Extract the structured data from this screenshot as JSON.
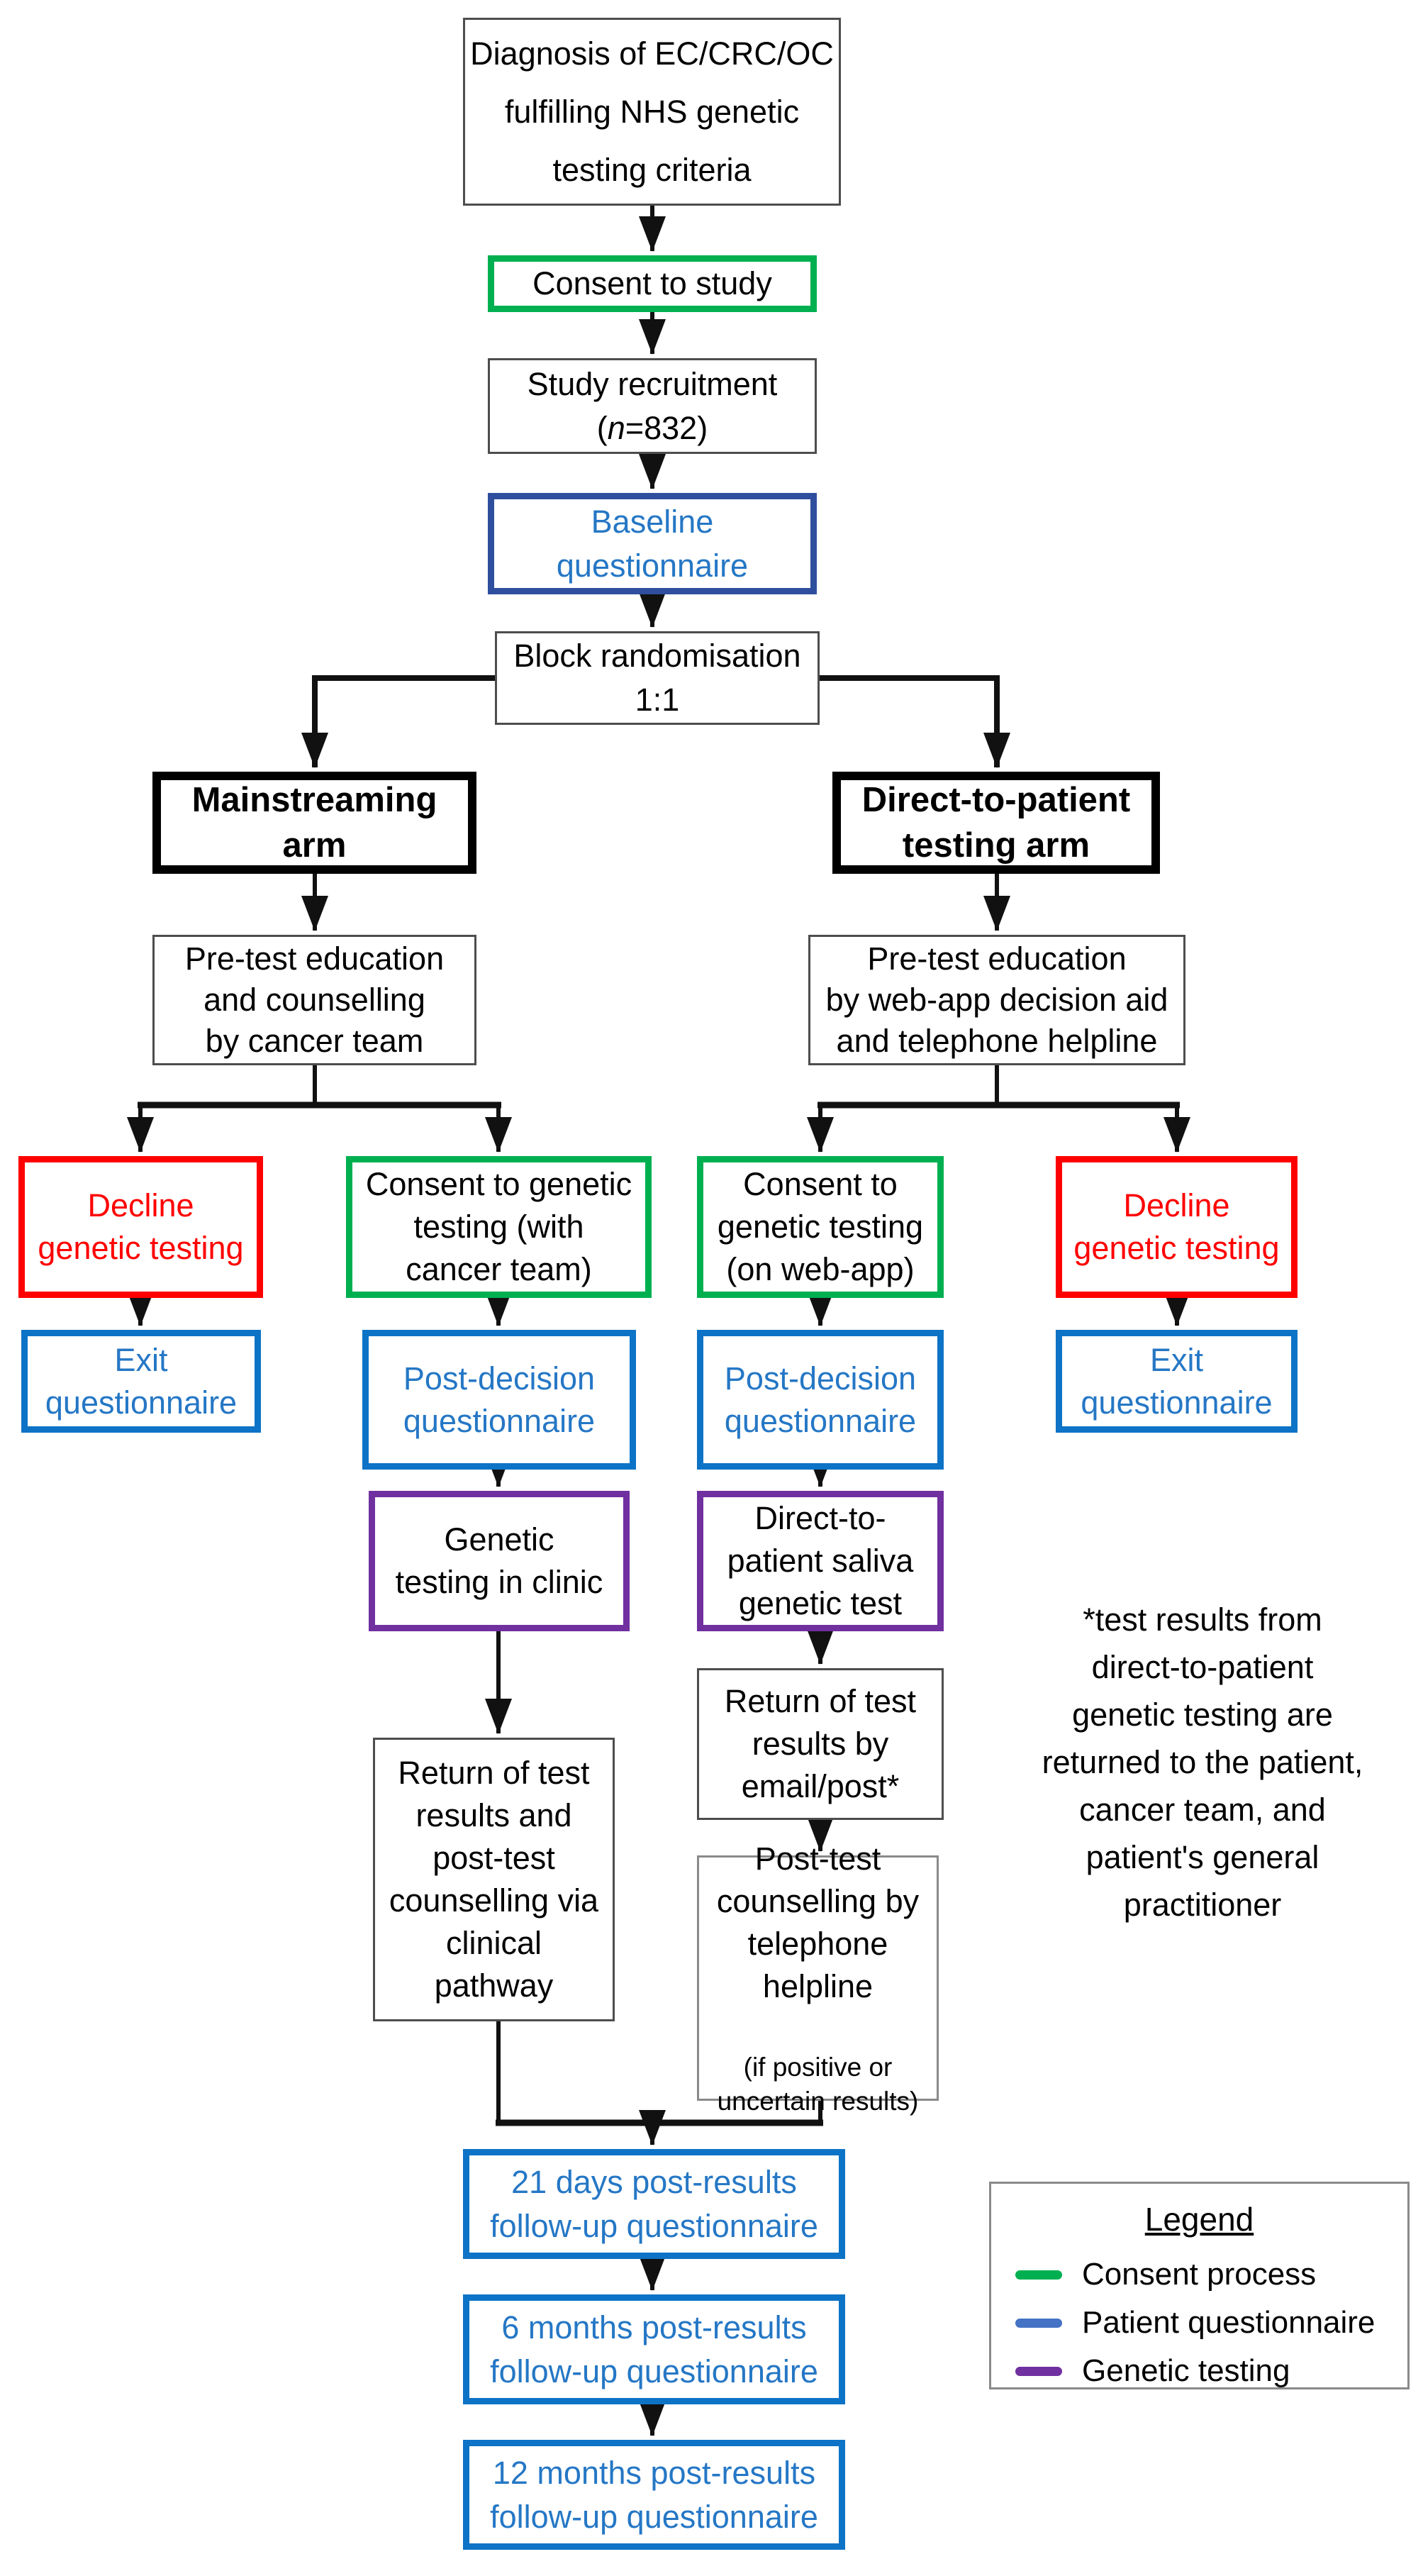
{
  "figure": {
    "type": "flowchart",
    "subject": "Randomised study of genetic testing pathways"
  },
  "colors": {
    "consent_green": "#00B050",
    "decline_red": "#FF0000",
    "questionnaire_blue_border": "#0d73c6",
    "questionnaire_blue_text": "#2577c5",
    "baseline_navy": "#2F4F9E",
    "genetic_testing_purple": "#7030A0",
    "arm_black": "#000000",
    "thin_border_gray": "#4d4d4d",
    "legend_blue": "#4472C4",
    "arrow_black": "#111111"
  },
  "nodes": {
    "diagnosis": {
      "text": "Diagnosis of EC/CRC/OC\nfulfilling NHS genetic\ntesting criteria"
    },
    "consent_study": {
      "text": "Consent to study"
    },
    "recruitment": {
      "line1": "Study recruitment",
      "n_prefix": "(",
      "n_italic": "n",
      "n_suffix": "=832)"
    },
    "baseline": {
      "text": "Baseline\nquestionnaire"
    },
    "randomisation": {
      "text": "Block randomisation\n1:1"
    },
    "arm_left": {
      "text": "Mainstreaming\narm"
    },
    "arm_right": {
      "text": "Direct-to-patient\ntesting arm"
    },
    "pretest_left": {
      "text": "Pre-test education\nand counselling\nby cancer team"
    },
    "pretest_right": {
      "text": "Pre-test education\nby web-app decision aid\nand telephone helpline"
    },
    "decline_left": {
      "text": "Decline\ngenetic testing"
    },
    "consent_cancer_team": {
      "text": "Consent to genetic\ntesting (with\ncancer team)"
    },
    "consent_webapp": {
      "text": "Consent to\ngenetic testing\n(on web-app)"
    },
    "decline_right": {
      "text": "Decline\ngenetic testing"
    },
    "exit_left": {
      "text": "Exit\nquestionnaire"
    },
    "postdecision_left": {
      "text": "Post-decision\nquestionnaire"
    },
    "postdecision_right": {
      "text": "Post-decision\nquestionnaire"
    },
    "exit_right": {
      "text": "Exit\nquestionnaire"
    },
    "clinic_testing": {
      "text": "Genetic\ntesting in clinic"
    },
    "saliva_test": {
      "text": "Direct-to-\npatient saliva\ngenetic test"
    },
    "return_email": {
      "text": "Return of test\nresults by\nemail/post*"
    },
    "return_clinical": {
      "text": "Return of test\nresults and\npost-test\ncounselling via\nclinical\npathway"
    },
    "posttest_helpline": {
      "text": "Post-test\ncounselling by\ntelephone\nhelpline",
      "note": "(if positive or\nuncertain results)"
    },
    "followup_21d": {
      "text": "21 days post-results\nfollow-up questionnaire"
    },
    "followup_6m": {
      "text": "6 months post-results\nfollow-up questionnaire"
    },
    "followup_12m": {
      "text": "12 months post-results\nfollow-up questionnaire"
    }
  },
  "footnote": "*test results from\ndirect-to-patient\ngenetic testing are\nreturned to the patient,\ncancer team, and\npatient's general\npractitioner",
  "legend": {
    "title": "Legend",
    "items": [
      {
        "label": "Consent process",
        "color": "#00B050"
      },
      {
        "label": "Patient questionnaire",
        "color": "#4472C4"
      },
      {
        "label": "Genetic testing",
        "color": "#7030A0"
      }
    ]
  }
}
